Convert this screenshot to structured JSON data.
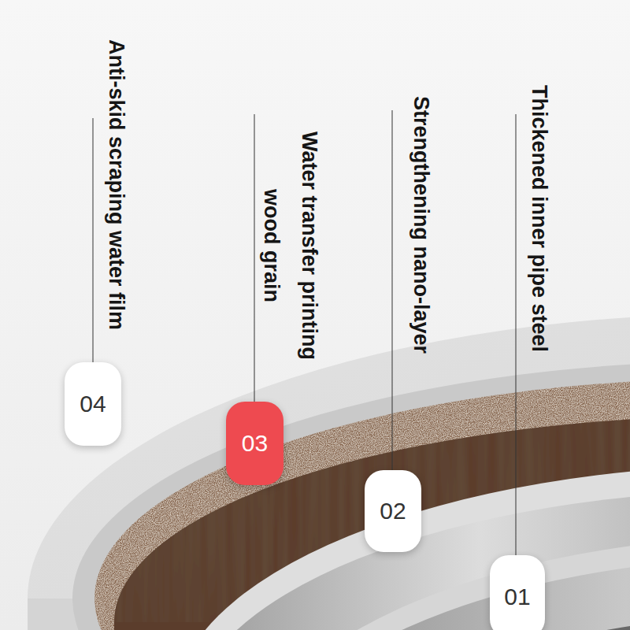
{
  "diagram": {
    "nodes": [
      {
        "text": [
          "04"
        ]
      },
      {
        "text": [
          "03"
        ]
      },
      {
        "text": [
          "02"
        ]
      },
      {
        "text": [
          "01"
        ]
      }
    ],
    "labels": [
      "Anti-skid scraping water film",
      "Water transfer printing wood grain",
      "Strengthening nano-layer",
      "Thickened inner pipe steel"
    ]
  }
}
